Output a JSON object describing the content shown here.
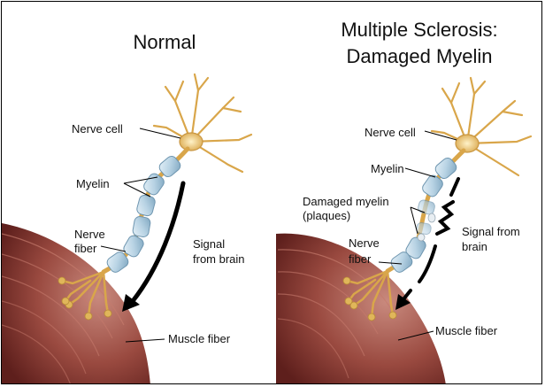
{
  "left_panel": {
    "title": "Normal",
    "labels": {
      "nerve_cell": "Nerve cell",
      "myelin": "Myelin",
      "nerve_fiber_line1": "Nerve",
      "nerve_fiber_line2": "fiber",
      "signal_line1": "Signal",
      "signal_line2": "from brain",
      "muscle_fiber": "Muscle fiber"
    }
  },
  "right_panel": {
    "title_line1": "Multiple Sclerosis:",
    "title_line2": "Damaged Myelin",
    "labels": {
      "nerve_cell": "Nerve cell",
      "myelin": "Myelin",
      "damaged_line1": "Damaged myelin",
      "damaged_line2": "(plaques)",
      "nerve_fiber_line1": "Nerve",
      "nerve_fiber_line2": "fiber",
      "signal_line1": "Signal from",
      "signal_line2": "brain",
      "muscle_fiber": "Muscle fiber"
    }
  },
  "colors": {
    "muscle": "#8e3b35",
    "muscle_light": "#c27a6e",
    "neuron": "#e0b65a",
    "myelin": "#bcd6e6",
    "myelin_dark": "#7fa8c2",
    "arrow": "#000000"
  }
}
